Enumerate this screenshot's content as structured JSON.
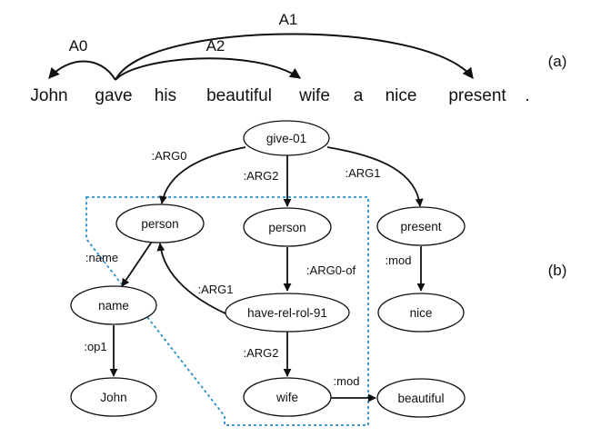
{
  "part_a": {
    "panel_label": "(a)",
    "tokens": [
      "John",
      "gave",
      "his",
      "beautiful",
      "wife",
      "a",
      "nice",
      "present",
      "."
    ],
    "roles": [
      {
        "label": "A0",
        "from": "gave",
        "to": "John"
      },
      {
        "label": "A2",
        "from": "gave",
        "to": "wife"
      },
      {
        "label": "A1",
        "from": "gave",
        "to": "present"
      }
    ]
  },
  "part_b": {
    "panel_label": "(b)",
    "nodes": [
      {
        "id": "give",
        "label": "give-01"
      },
      {
        "id": "person1",
        "label": "person"
      },
      {
        "id": "person2",
        "label": "person"
      },
      {
        "id": "present",
        "label": "present"
      },
      {
        "id": "name",
        "label": "name"
      },
      {
        "id": "haverel",
        "label": "have-rel-rol-91"
      },
      {
        "id": "nice",
        "label": "nice"
      },
      {
        "id": "john",
        "label": "John"
      },
      {
        "id": "wife",
        "label": "wife"
      },
      {
        "id": "beautiful",
        "label": "beautiful"
      }
    ],
    "edges": [
      {
        "from": "give",
        "to": "person1",
        "label": ":ARG0"
      },
      {
        "from": "give",
        "to": "person2",
        "label": ":ARG2"
      },
      {
        "from": "give",
        "to": "present",
        "label": ":ARG1"
      },
      {
        "from": "person1",
        "to": "name",
        "label": ":name"
      },
      {
        "from": "person2",
        "to": "haverel",
        "label": ":ARG0-of"
      },
      {
        "from": "haverel",
        "to": "person1",
        "label": ":ARG1"
      },
      {
        "from": "present",
        "to": "nice",
        "label": ":mod"
      },
      {
        "from": "name",
        "to": "john",
        "label": ":op1"
      },
      {
        "from": "haverel",
        "to": "wife",
        "label": ":ARG2"
      },
      {
        "from": "wife",
        "to": "beautiful",
        "label": ":mod"
      }
    ],
    "highlight_color": "#2b8fc9"
  }
}
